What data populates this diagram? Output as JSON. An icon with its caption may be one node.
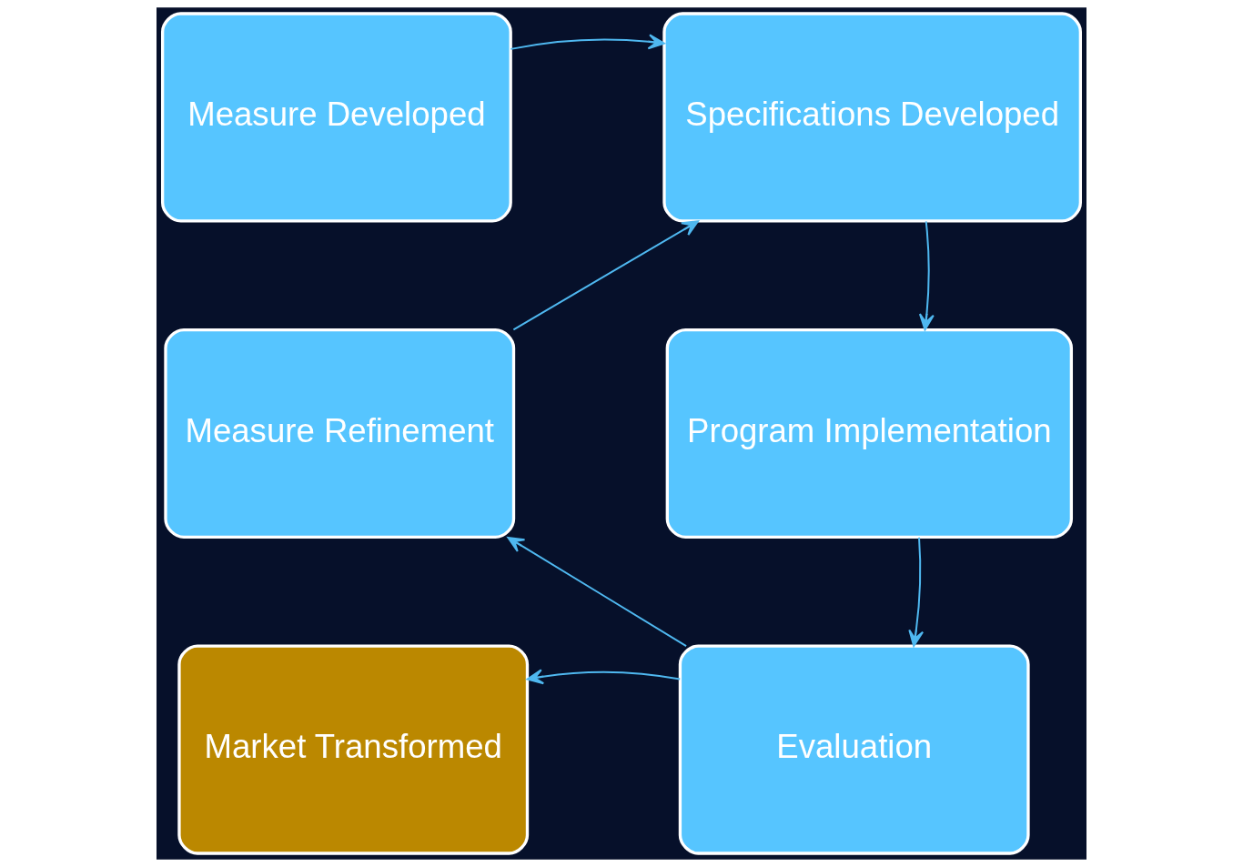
{
  "diagram": {
    "nodes": [
      {
        "text": [
          "Measure Developed"
        ]
      },
      {
        "text": [
          "Specifications Developed"
        ]
      },
      {
        "text": [
          "Program Implementation"
        ]
      },
      {
        "text": [
          "Measure Refinement"
        ]
      },
      {
        "text": [
          "Evaluation"
        ]
      },
      {
        "text": [
          "Market Transformed"
        ]
      }
    ],
    "edges": [
      {
        "from": 0,
        "to": 1,
        "arrow": "to"
      },
      {
        "from": 1,
        "to": 2,
        "arrow": "to"
      },
      {
        "from": 2,
        "to": 4,
        "arrow": "to"
      },
      {
        "from": 4,
        "to": 3,
        "arrow": "to"
      },
      {
        "from": 3,
        "to": 1,
        "arrow": "to"
      },
      {
        "from": 4,
        "to": 5,
        "arrow": "to"
      }
    ]
  }
}
